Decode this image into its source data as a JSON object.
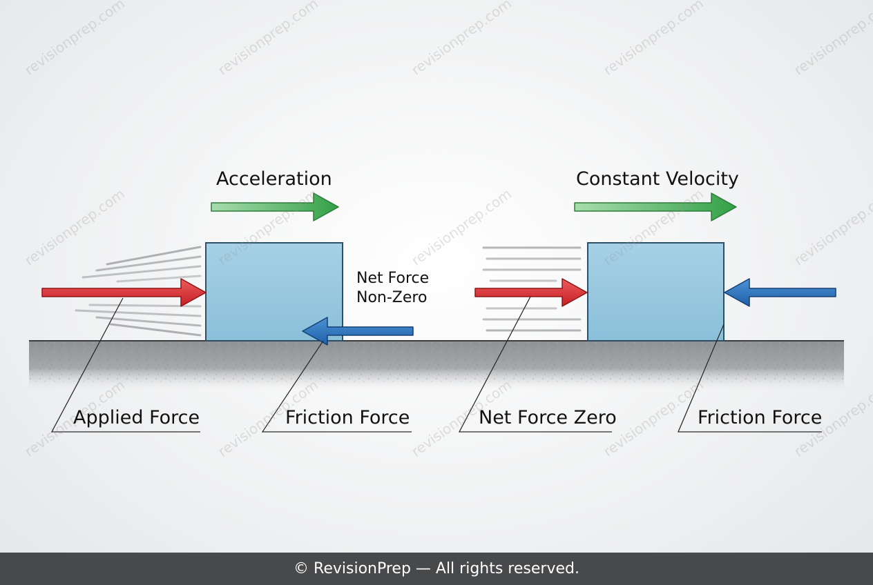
{
  "diagram": {
    "left_panel": {
      "motion_label": "Acceleration",
      "net_force_label_line1": "Net Force",
      "net_force_label_line2": "Non-Zero",
      "applied_label": "Applied Force",
      "friction_label": "Friction Force"
    },
    "right_panel": {
      "motion_label": "Constant Velocity",
      "net_force_label": "Net Force Zero",
      "friction_label": "Friction Force"
    },
    "watermark": "revisionprep.com",
    "colors": {
      "applied_arrow": "#d9262b",
      "friction_arrow": "#2b6fb8",
      "motion_arrow": "#3a9c4c",
      "block": "#94c6de",
      "ground": "#9c9ea1"
    }
  },
  "footer": {
    "copyright": "© RevisionPrep — All rights reserved."
  }
}
